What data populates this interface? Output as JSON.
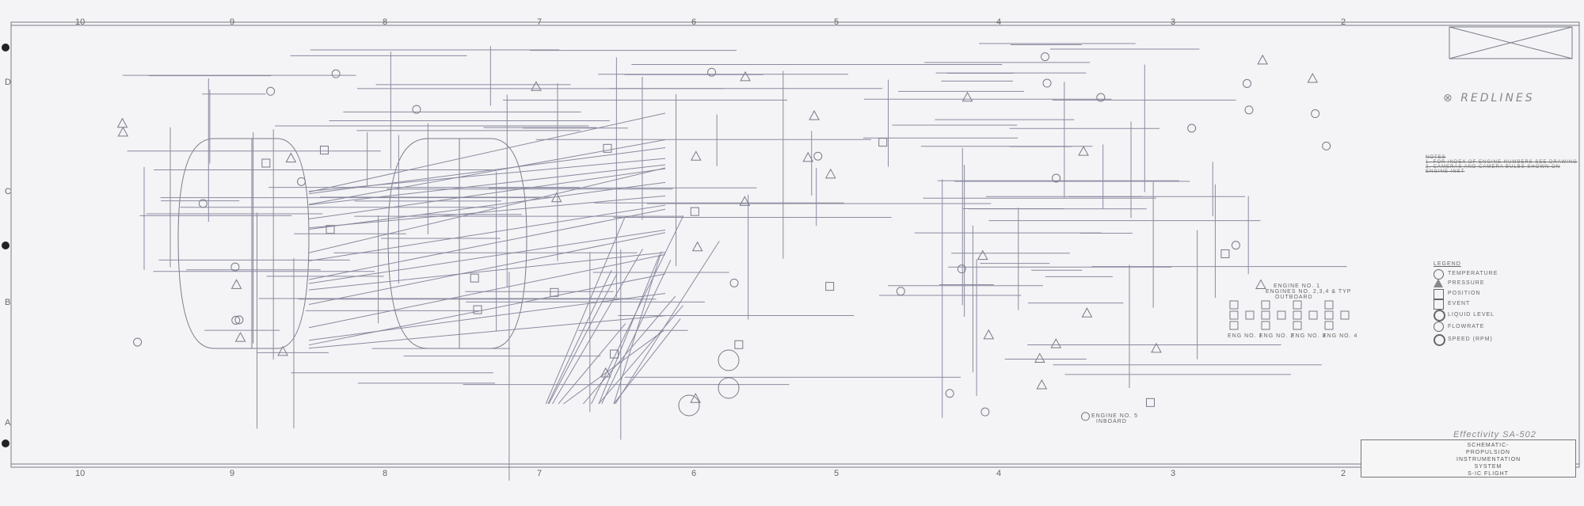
{
  "drawing": {
    "title_lines": [
      "SCHEMATIC-PROPULSION",
      "INSTRUMENTATION",
      "SYSTEM",
      "S-IC FLIGHT"
    ],
    "effectivity": "Effectivity SA-502",
    "redlines_label": "REDLINES",
    "notes_heading": "NOTES",
    "notes": [
      "1. FOR INDEX OF ENGINE NUMBERS SEE DRAWING",
      "2. CAMERAS AND CAMERA BULBS SHOWN ON ENGINE INST"
    ],
    "grid_columns": [
      "10",
      "9",
      "8",
      "7",
      "6",
      "5",
      "4",
      "3",
      "2"
    ],
    "grid_rows": [
      "D",
      "C",
      "B",
      "A"
    ]
  },
  "legend": {
    "heading": "LEGEND",
    "items": [
      {
        "symbol": "circle",
        "label": "TEMPERATURE"
      },
      {
        "symbol": "triangle",
        "label": "PRESSURE"
      },
      {
        "symbol": "square",
        "label": "POSITION"
      },
      {
        "symbol": "square",
        "label": "EVENT"
      },
      {
        "symbol": "double-circle",
        "label": "LIQUID LEVEL"
      },
      {
        "symbol": "circle",
        "label": "FLOWRATE"
      },
      {
        "symbol": "circle-triangle",
        "label": "SPEED (RPM)"
      }
    ]
  },
  "engines": {
    "outboard_note": [
      "ENGINE NO. 1",
      "ENGINES NO. 2,3,4 & TYP",
      "OUTBOARD"
    ],
    "labels": [
      "ENG NO. 1",
      "ENG NO. 2",
      "ENG NO. 3",
      "ENG NO. 4"
    ],
    "inboard_note": [
      "ENGINE NO. 5",
      "INBOARD"
    ]
  }
}
